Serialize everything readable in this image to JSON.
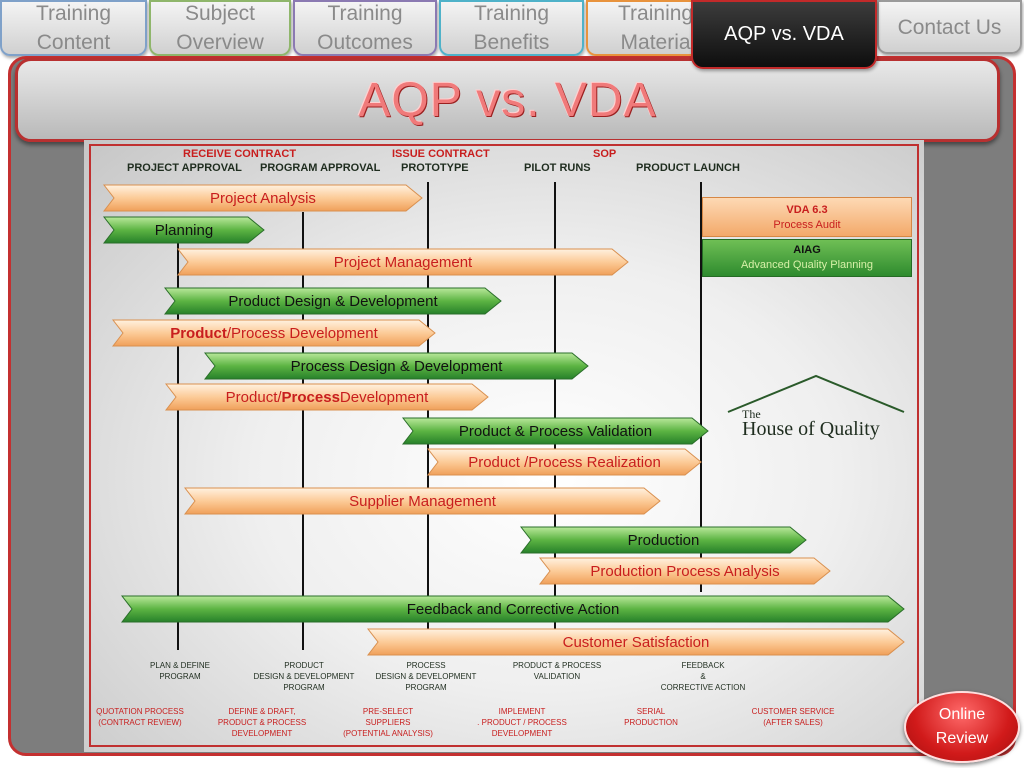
{
  "tabs": [
    {
      "label": "Training\nContent"
    },
    {
      "label": "Subject\nOverview"
    },
    {
      "label": "Training\nOutcomes"
    },
    {
      "label": "Training\nBenefits"
    },
    {
      "label": "Training\nMateria"
    },
    {
      "label": "AQP vs. VDA"
    },
    {
      "label": "Contact Us"
    }
  ],
  "title": "AQP vs. VDA",
  "milestones_top": {
    "receive_contract": "RECEIVE CONTRACT",
    "issue_contract": "ISSUE CONTRACT",
    "sop": "SOP"
  },
  "milestones": {
    "project_approval": "PROJECT APPROVAL",
    "program_approval": "PROGRAM APPROVAL",
    "prototype": "PROTOTYPE",
    "pilot_runs": "PILOT RUNS",
    "product_launch": "PRODUCT LAUNCH"
  },
  "bars": [
    {
      "label": "Project Analysis",
      "color": "orange"
    },
    {
      "label": "Planning",
      "color": "green"
    },
    {
      "label": "Project Management",
      "color": "orange"
    },
    {
      "label": "Product Design & Development",
      "color": "green"
    },
    {
      "label_bold": "Product",
      "label_rest": "/Process Development",
      "color": "orange"
    },
    {
      "label": "Process Design & Development",
      "color": "green"
    },
    {
      "label_pre": "Product/",
      "label_bold": "Process",
      "label_post": " Development",
      "color": "orange"
    },
    {
      "label": "Product & Process Validation",
      "color": "green"
    },
    {
      "label": "Product /Process Realization",
      "color": "orange"
    },
    {
      "label": "Supplier Management",
      "color": "orange"
    },
    {
      "label": "Production",
      "color": "green"
    },
    {
      "label": "Production Process Analysis",
      "color": "orange"
    },
    {
      "label": "Feedback and Corrective Action",
      "color": "green"
    },
    {
      "label": "Customer Satisfaction",
      "color": "orange"
    }
  ],
  "vda": {
    "title": "VDA 6.3",
    "subtitle": "Process Audit"
  },
  "aiag": {
    "title": "AIAG",
    "subtitle": "Advanced Quality Planning"
  },
  "house_of_quality": {
    "the": "The",
    "name": "House of Quality"
  },
  "bottom_dark": [
    "PLAN & DEFINE\nPROGRAM",
    "PRODUCT\nDESIGN & DEVELOPMENT\nPROGRAM",
    "PROCESS\nDESIGN  & DEVELOPMENT\nPROGRAM",
    "PRODUCT &  PROCESS\nVALIDATION",
    "FEEDBACK\n&\nCORRECTIVE ACTION"
  ],
  "bottom_red": [
    "QUOTATION PROCESS\n(CONTRACT REVIEW)",
    "DEFINE & DRAFT,\nPRODUCT & PROCESS\nDEVELOPMENT",
    "PRE-SELECT\nSUPPLIERS\n(POTENTIAL ANALYSIS)",
    "IMPLEMENT\n. PRODUCT / PROCESS\nDEVELOPMENT",
    "SERIAL\nPRODUCTION",
    "CUSTOMER SERVICE\n(AFTER SALES)"
  ],
  "online_review": "Online\nReview",
  "colors": {
    "orange_light": "#fde0c2",
    "orange_dark": "#f2a35e",
    "green_light": "#8fd16e",
    "green_dark": "#2f8a2f",
    "accent_red": "#c81e1e"
  }
}
